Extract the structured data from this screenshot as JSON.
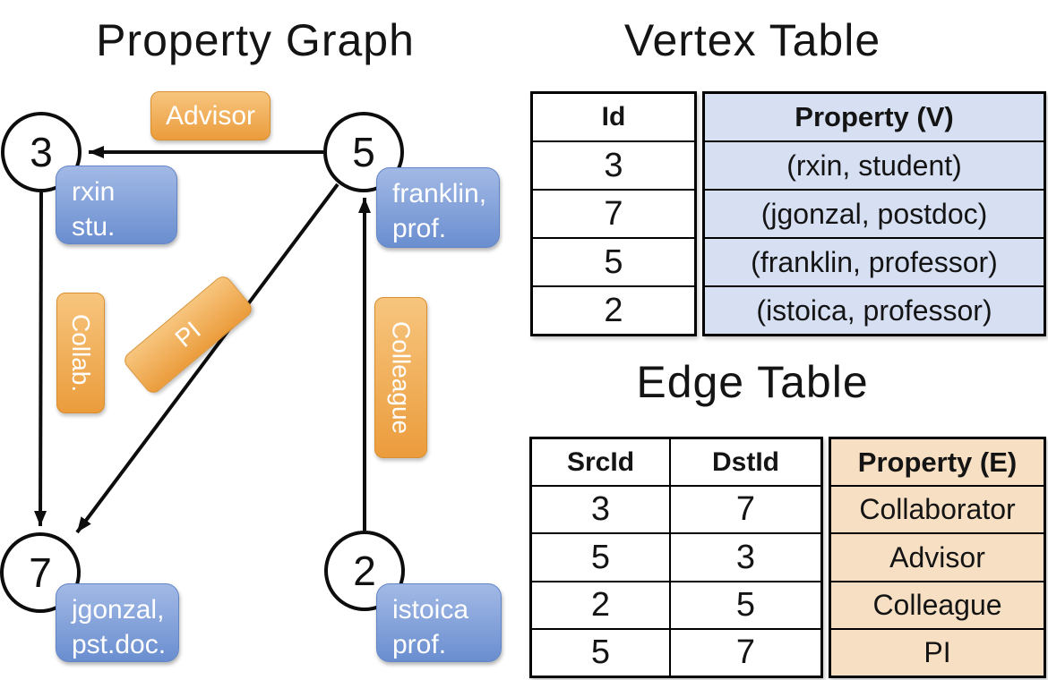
{
  "graph": {
    "title": "Property Graph",
    "nodes": [
      {
        "id": "3",
        "line1": "rxin",
        "line2": "stu."
      },
      {
        "id": "5",
        "line1": "franklin,",
        "line2": "prof."
      },
      {
        "id": "7",
        "line1": "jgonzal,",
        "line2": "pst.doc."
      },
      {
        "id": "2",
        "line1": "istoica",
        "line2": "prof."
      }
    ],
    "edge_labels": {
      "advisor": "Advisor",
      "collab": "Collab.",
      "pi": "PI",
      "colleague": "Colleague"
    }
  },
  "vertex_table": {
    "title": "Vertex Table",
    "id_header": "Id",
    "property_header": "Property (V)",
    "rows": [
      {
        "id": "3",
        "property": "(rxin, student)"
      },
      {
        "id": "7",
        "property": "(jgonzal, postdoc)"
      },
      {
        "id": "5",
        "property": "(franklin, professor)"
      },
      {
        "id": "2",
        "property": "(istoica, professor)"
      }
    ]
  },
  "edge_table": {
    "title": "Edge Table",
    "src_header": "SrcId",
    "dst_header": "DstId",
    "property_header": "Property (E)",
    "rows": [
      {
        "src": "3",
        "dst": "7",
        "property": "Collaborator"
      },
      {
        "src": "5",
        "dst": "3",
        "property": "Advisor"
      },
      {
        "src": "2",
        "dst": "5",
        "property": "Colleague"
      },
      {
        "src": "5",
        "dst": "7",
        "property": "PI"
      }
    ]
  },
  "colors": {
    "edge_label_orange": "#eb9c3c",
    "vertex_label_blue": "#6a8ed0",
    "vertex_table_fill": "#d7e0f3",
    "edge_table_fill": "#f6dfc2",
    "line_black": "#0d0d0d"
  }
}
